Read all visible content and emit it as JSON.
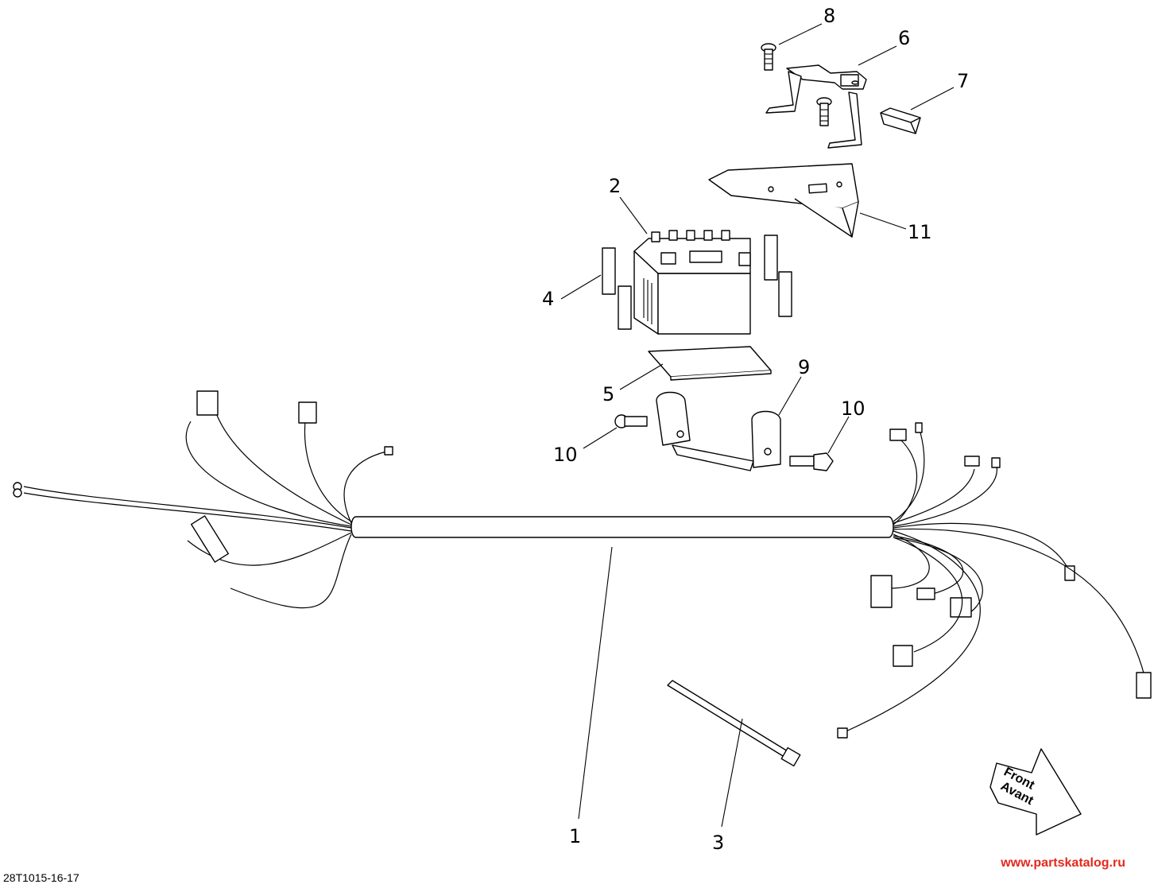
{
  "diagram": {
    "callouts": [
      {
        "id": "1",
        "label": "1"
      },
      {
        "id": "2",
        "label": "2"
      },
      {
        "id": "3",
        "label": "3"
      },
      {
        "id": "4",
        "label": "4"
      },
      {
        "id": "5",
        "label": "5"
      },
      {
        "id": "6",
        "label": "6"
      },
      {
        "id": "7",
        "label": "7"
      },
      {
        "id": "8",
        "label": "8"
      },
      {
        "id": "9",
        "label": "9"
      },
      {
        "id": "10a",
        "label": "10"
      },
      {
        "id": "10b",
        "label": "10"
      },
      {
        "id": "11",
        "label": "11"
      }
    ],
    "front_arrow": {
      "line1": "Front",
      "line2": "Avant"
    },
    "reference_code": "28T1015-16-17",
    "watermark": "www.partskatalog.ru",
    "colors": {
      "line": "#000000",
      "background": "#ffffff",
      "watermark": "#e3291c"
    }
  }
}
